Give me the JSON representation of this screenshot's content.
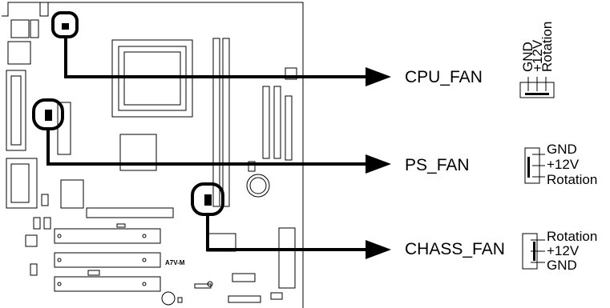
{
  "board": {
    "model": "A7V-M"
  },
  "connectors": [
    {
      "name": "CPU_FAN",
      "pins": [
        "GND",
        "+12V",
        "Rotation"
      ]
    },
    {
      "name": "PS_FAN",
      "pins": [
        "GND",
        "+12V",
        "Rotation"
      ]
    },
    {
      "name": "CHASS_FAN",
      "pins": [
        "Rotation",
        "+12V",
        "GND"
      ]
    }
  ]
}
